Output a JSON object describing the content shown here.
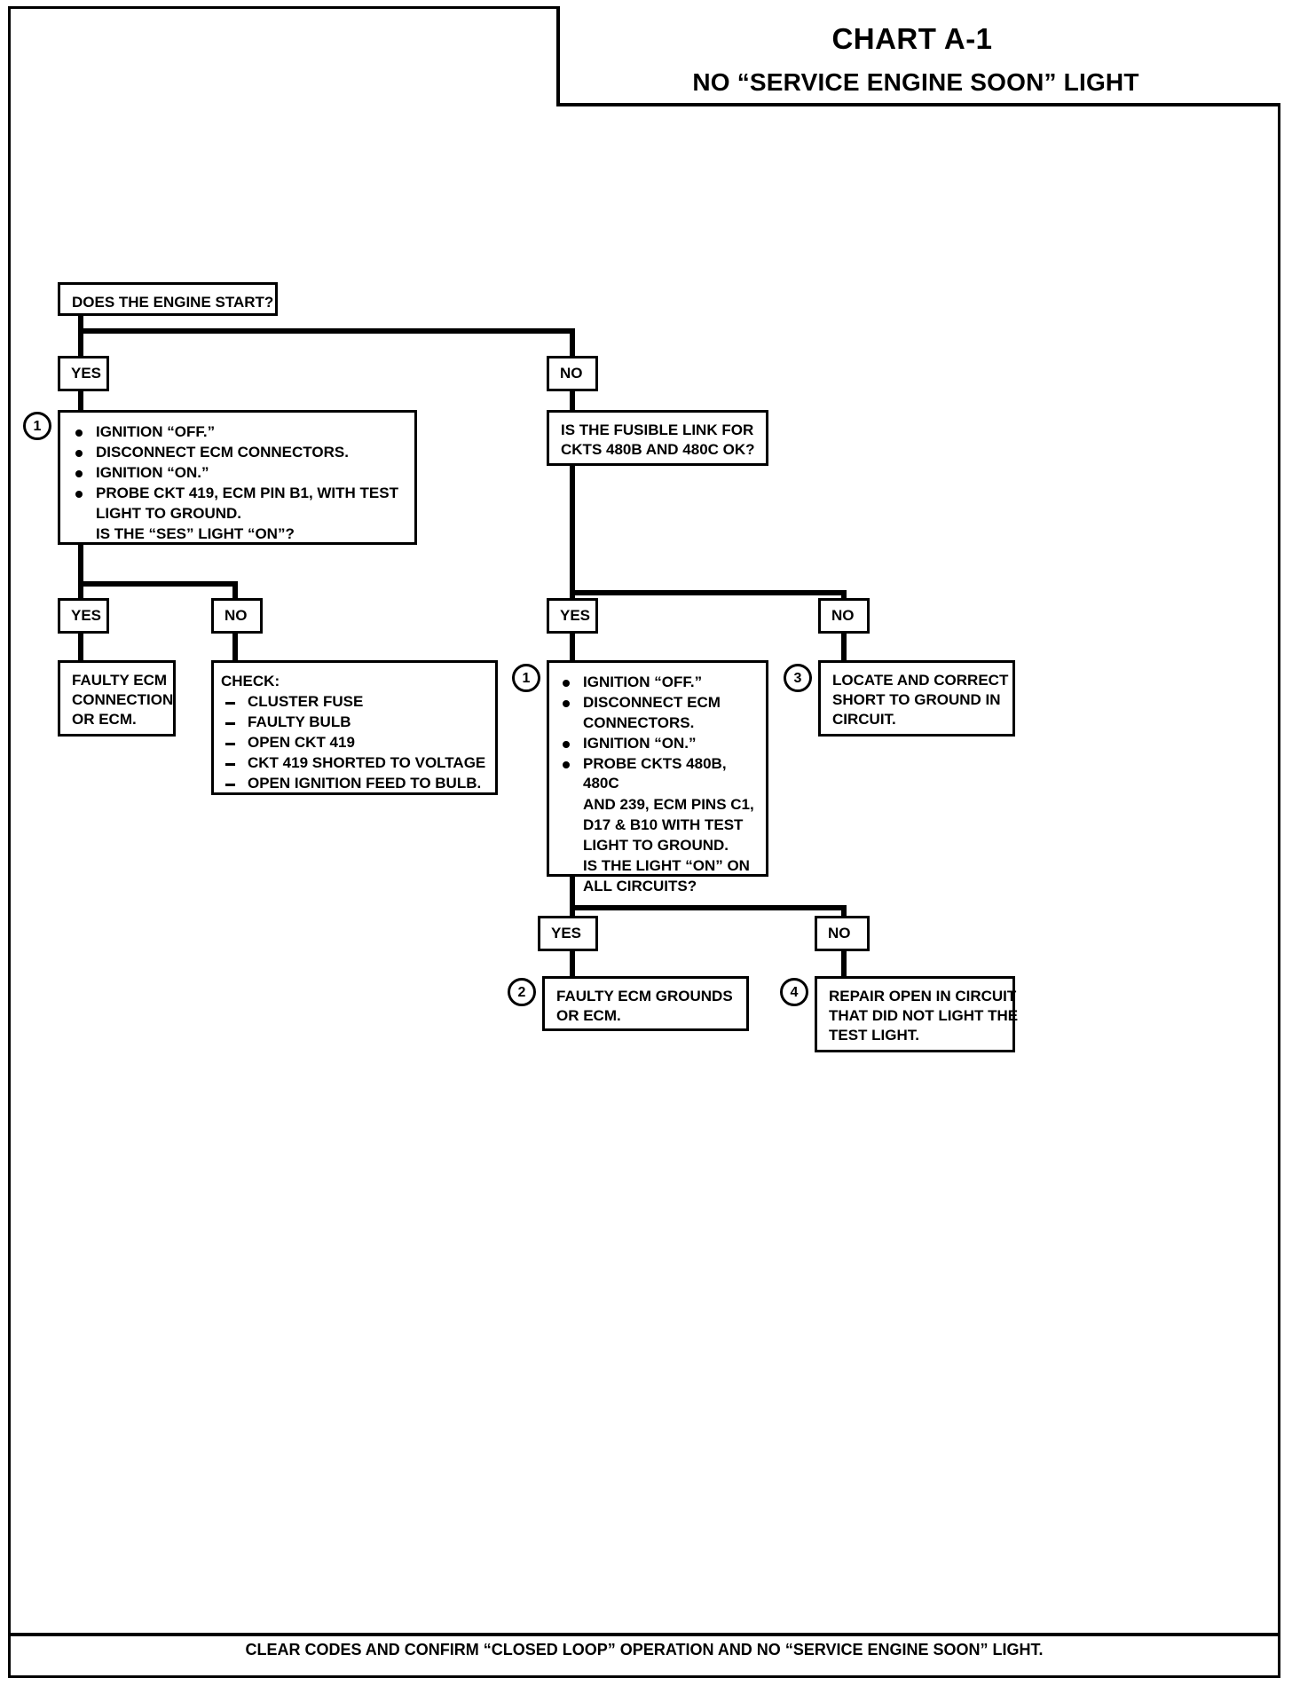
{
  "header": {
    "chart_number": "CHART A-1",
    "chart_title": "NO “SERVICE ENGINE SOON” LIGHT"
  },
  "nodes": {
    "start_question": "DOES THE ENGINE START?",
    "yes_1": "YES",
    "no_1": "NO",
    "step1_left": {
      "marker": "1",
      "bullets": [
        "IGNITION “OFF.”",
        "DISCONNECT ECM CONNECTORS.",
        "IGNITION “ON.”",
        "PROBE CKT 419, ECM PIN B1, WITH TEST"
      ],
      "cont_1": "LIGHT TO GROUND.",
      "cont_2": "IS THE “SES” LIGHT “ON”?"
    },
    "fusible_question": {
      "line1": "IS THE FUSIBLE LINK FOR",
      "line2": "CKTS 480B AND 480C OK?"
    },
    "yes_2": "YES",
    "no_2": "NO",
    "yes_3": "YES",
    "no_3": "NO",
    "faulty_ecm_connection": {
      "line1": "FAULTY ECM",
      "line2": "CONNECTION",
      "line3": "OR ECM."
    },
    "check_box": {
      "heading": "CHECK:",
      "items": [
        "CLUSTER FUSE",
        "FAULTY BULB",
        "OPEN CKT 419",
        "CKT 419 SHORTED TO VOLTAGE",
        "OPEN IGNITION FEED TO BULB."
      ]
    },
    "step1_right": {
      "marker": "1",
      "bullets": [
        "IGNITION “OFF.”",
        "DISCONNECT ECM",
        "IGNITION “ON.”",
        "PROBE CKTS 480B, 480C"
      ],
      "b2_cont": "CONNECTORS.",
      "b4_cont_1": "AND 239, ECM PINS C1,",
      "b4_cont_2": "D17 & B10 WITH TEST",
      "b4_cont_3": "LIGHT TO GROUND.",
      "b4_cont_4": "IS THE LIGHT “ON” ON",
      "b4_cont_5": "ALL CIRCUITS?"
    },
    "locate_correct_short": {
      "marker": "3",
      "line1": "LOCATE AND CORRECT",
      "line2": "SHORT TO GROUND IN",
      "line3": "CIRCUIT."
    },
    "yes_4": "YES",
    "no_4": "NO",
    "faulty_ecm_grounds": {
      "marker": "2",
      "line1": "FAULTY ECM GROUNDS",
      "line2": "OR ECM."
    },
    "repair_open": {
      "marker": "4",
      "line1": "REPAIR OPEN IN CIRCUIT",
      "line2": "THAT DID NOT LIGHT THE",
      "line3": "TEST LIGHT."
    }
  },
  "footer": {
    "text": "CLEAR CODES AND CONFIRM “CLOSED LOOP” OPERATION AND NO “SERVICE ENGINE SOON” LIGHT."
  },
  "colors": {
    "ink": "#000000",
    "paper": "#ffffff"
  }
}
